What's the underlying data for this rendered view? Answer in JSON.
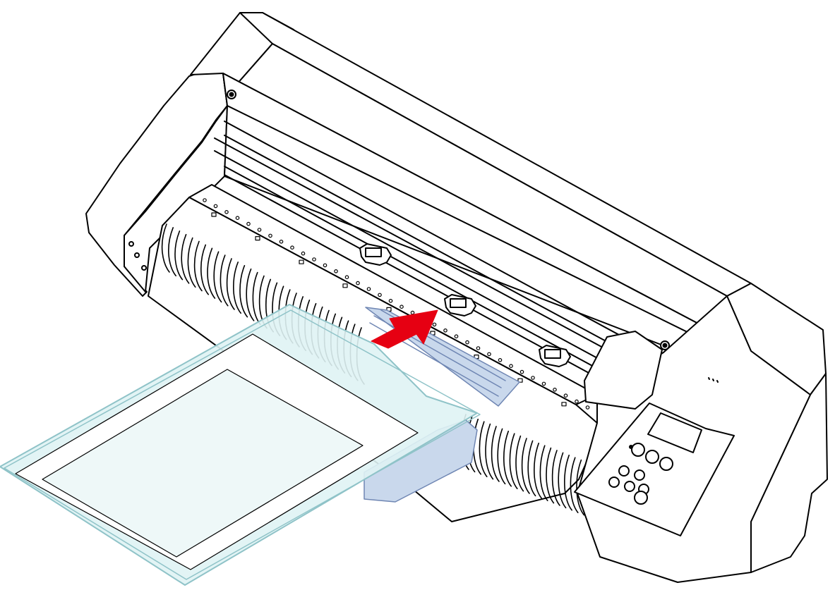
{
  "figure": {
    "subject": "cutting-plotter-sheet-loading",
    "elements": [
      "plotter-body",
      "cutting-bed",
      "pinch-rollers",
      "control-panel",
      "carrier-sheet",
      "sheet-guide",
      "feed-arrow"
    ]
  },
  "colors": {
    "outline": "#000000",
    "body_fill": "#ffffff",
    "sheet_tint": "#dff3f4",
    "sheet_inner_tint": "#eef8f8",
    "sheet_edge": "#8fc3c8",
    "guide_tint": "#c9d8ec",
    "guide_edge": "#6f86b3",
    "arrow": "#e60012"
  },
  "icons": {
    "pinch_roller": "pinch-roller-icon",
    "arrow": "feed-direction-arrow-icon",
    "lcd": "lcd-display-icon",
    "button": "panel-button-icon"
  }
}
